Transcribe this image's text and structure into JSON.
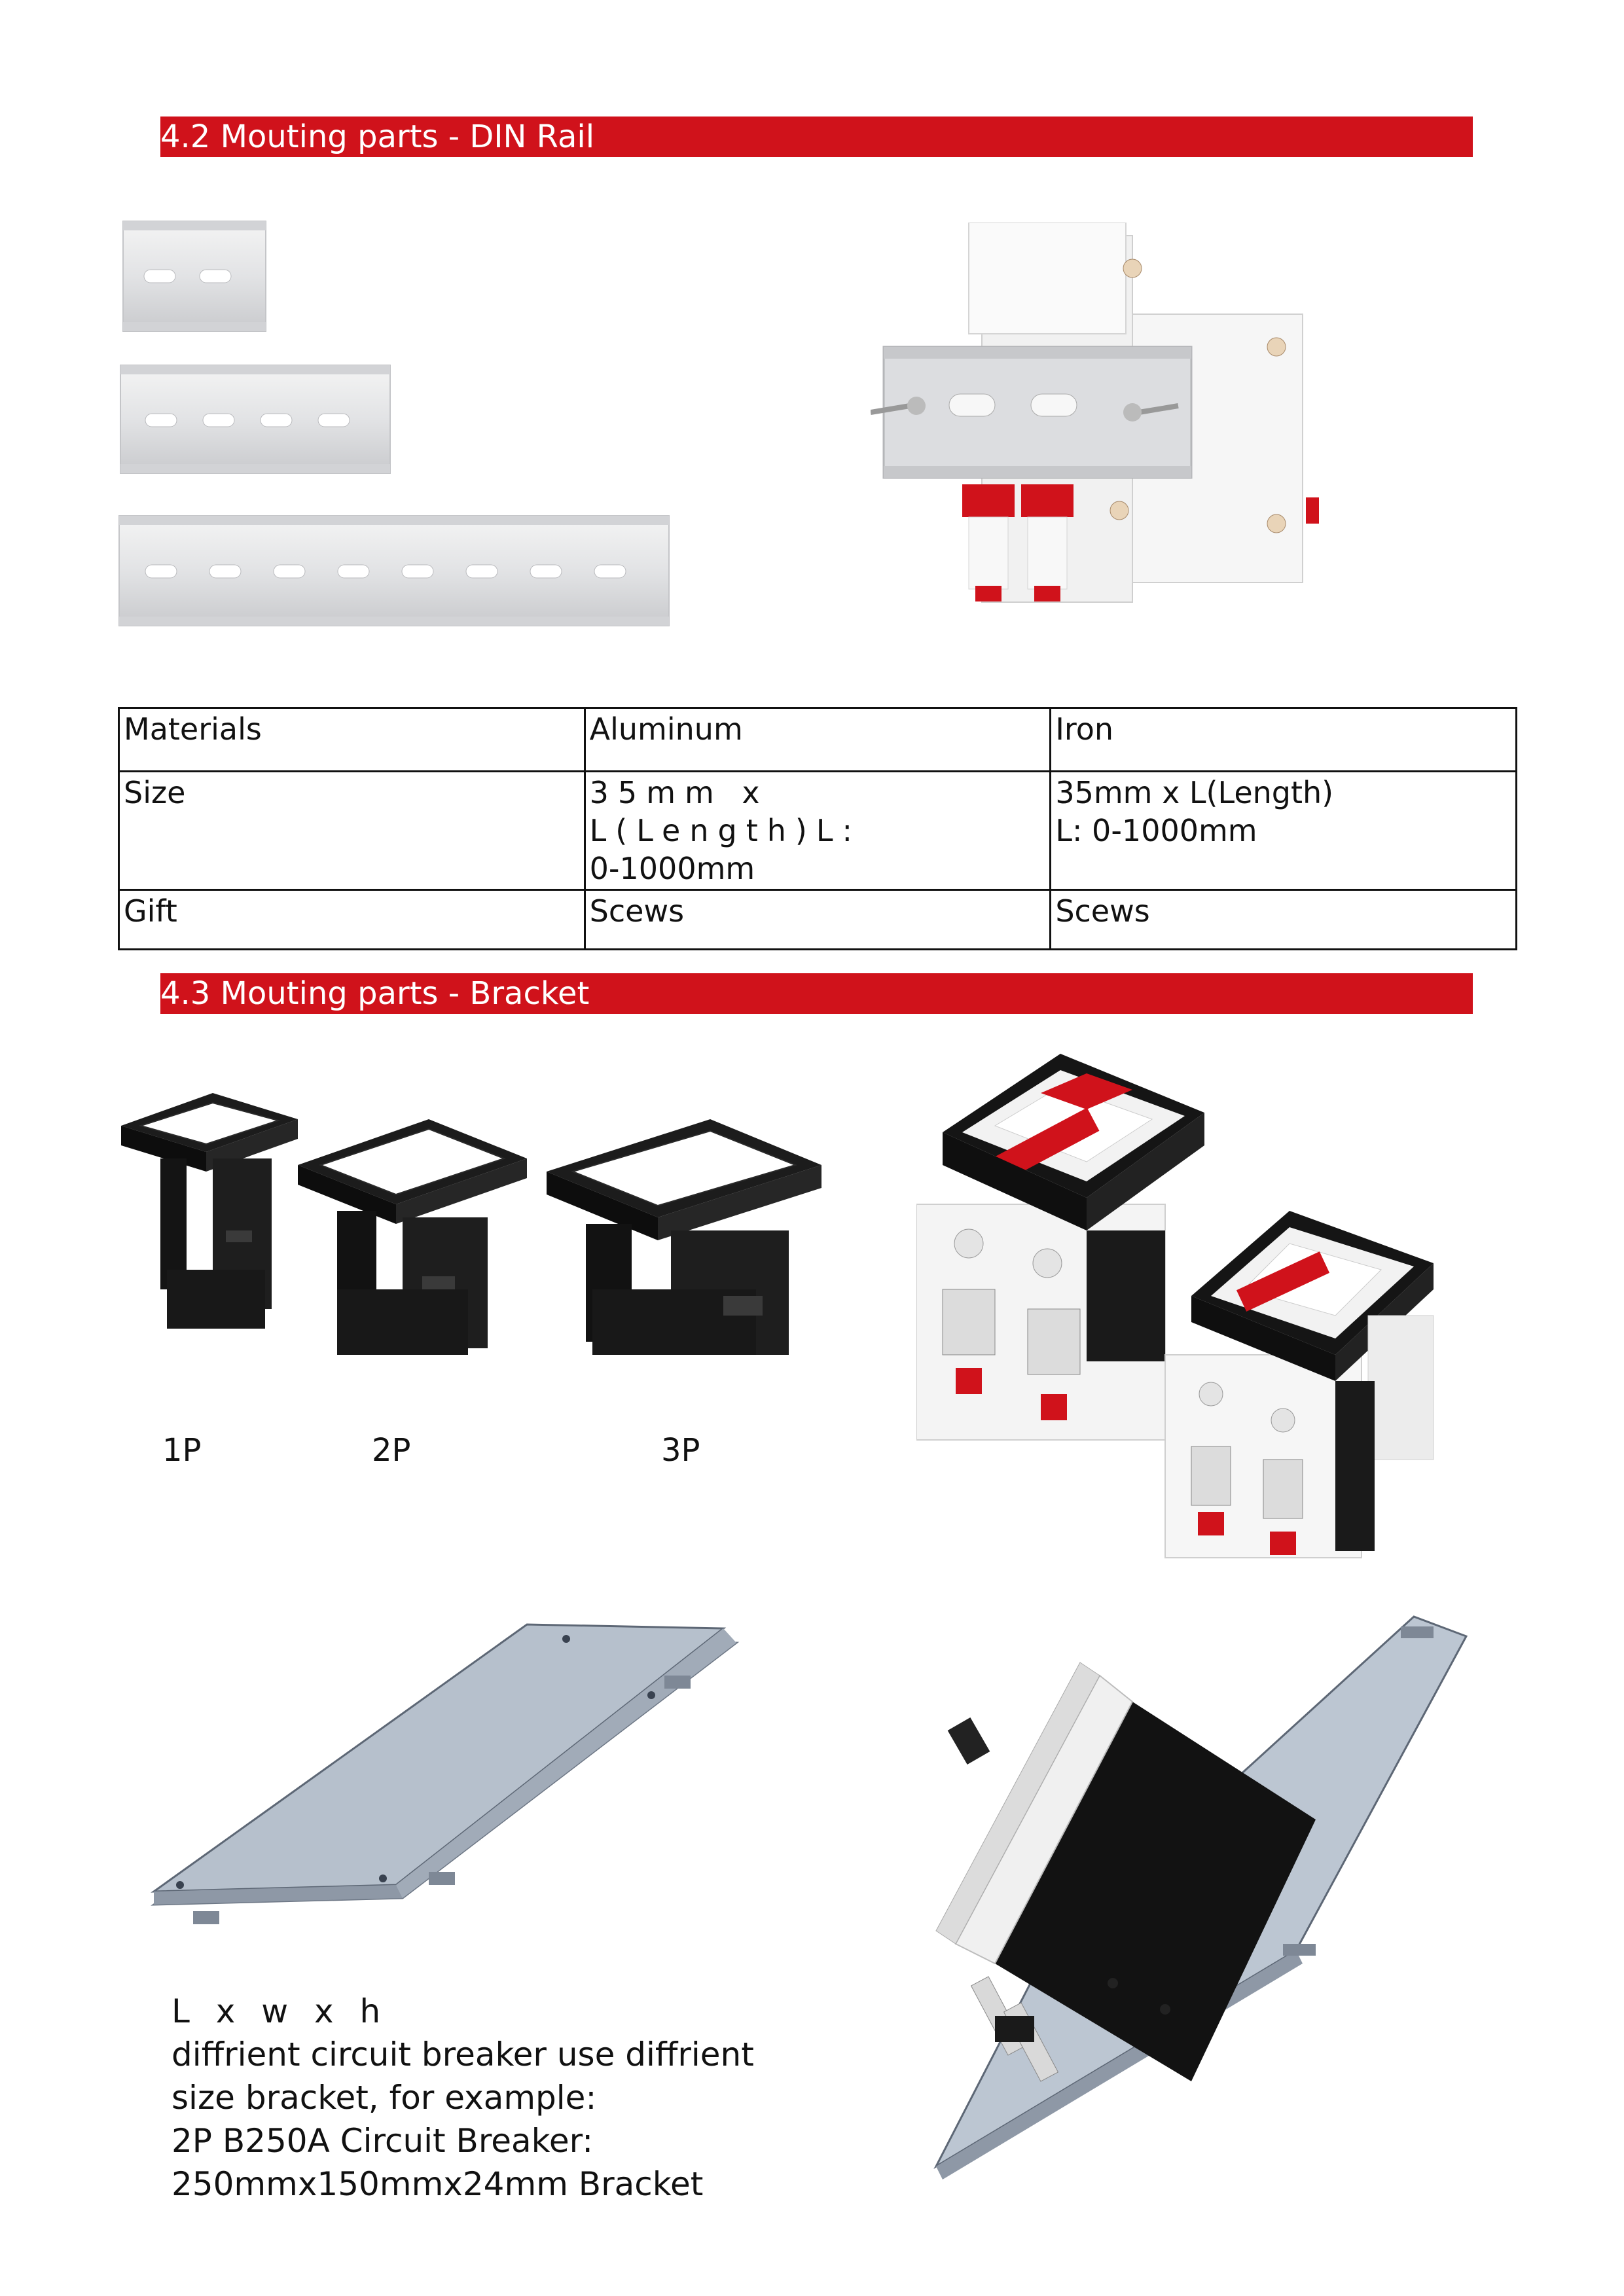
{
  "section_din": {
    "title": "4.2 Mouting parts - DIN Rail"
  },
  "spec_table": {
    "rows": [
      {
        "label": "Materials",
        "aluminum": "Aluminum",
        "iron": "Iron"
      },
      {
        "label": "Size",
        "aluminum_line1": "35mm x L(Length)L:",
        "aluminum_line2": "0-1000mm",
        "iron_line1": "35mm x L(Length)",
        "iron_line2": "L: 0-1000mm"
      },
      {
        "label": "Gift",
        "aluminum": "Scews",
        "iron": "Scews"
      }
    ]
  },
  "section_bracket": {
    "title": "4.3 Mouting parts - Bracket"
  },
  "bracket_labels": {
    "p1": "1P",
    "p2": "2P",
    "p3": "3P"
  },
  "bracket_note": {
    "line1": "L x w x h",
    "line2": "diffrient circuit breaker use diffrient",
    "line3": "size bracket, for example:",
    "line4": "2P B250A Circuit Breaker:",
    "line5": "250mmx150mmx24mm Bracket"
  },
  "colors": {
    "accent_red": "#d0121b",
    "text": "#111111",
    "rail_silver": "#d9dadc",
    "bracket_black": "#111111",
    "plate_blue": "#b9c3cf"
  }
}
